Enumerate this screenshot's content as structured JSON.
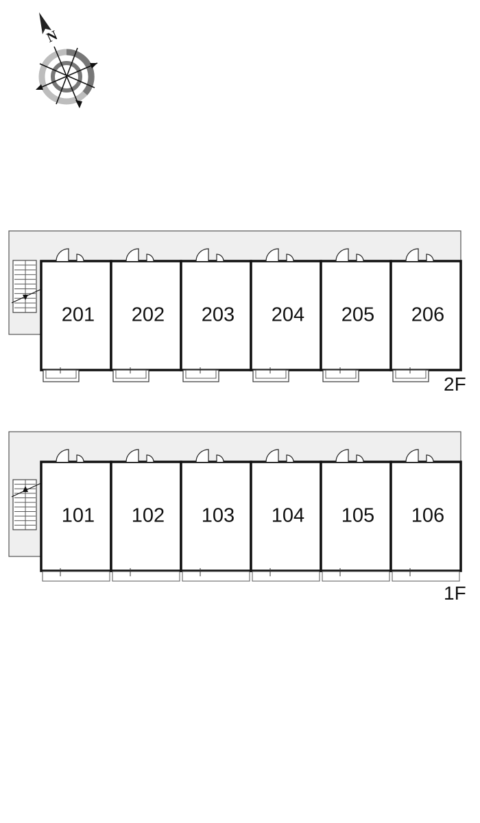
{
  "compass": {
    "north_label": "N"
  },
  "floors": [
    {
      "label": "2F",
      "units": [
        "201",
        "202",
        "203",
        "204",
        "205",
        "206"
      ],
      "stair_direction": "down"
    },
    {
      "label": "1F",
      "units": [
        "101",
        "102",
        "103",
        "104",
        "105",
        "106"
      ],
      "stair_direction": "up"
    }
  ],
  "colors": {
    "corridor": "#efefef",
    "wall": "#111111",
    "compass_dark": "#777777",
    "compass_light": "#bdbdbd"
  }
}
